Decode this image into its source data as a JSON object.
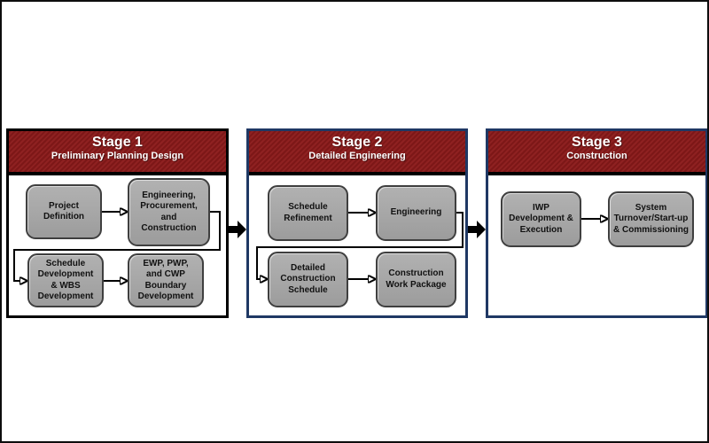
{
  "diagram": {
    "type": "process-flow",
    "colors": {
      "header_red": "#8B1A1A",
      "stage1_border": "#000000",
      "stage23_border": "#1F3864",
      "box_fill": "#A6A6A6",
      "box_border": "#3F3F3F",
      "arrow_black": "#000000",
      "header_text": "#FFFFFF"
    }
  },
  "stages": [
    {
      "title": "Stage 1",
      "subtitle": "Preliminary Planning Design",
      "boxes": [
        "Project\nDefinition",
        "Engineering,\nProcurement,\nand\nConstruction",
        "Schedule\nDevelopment\n& WBS\nDevelopment",
        "EWP, PWP,\nand CWP\nBoundary\nDevelopment"
      ]
    },
    {
      "title": "Stage 2",
      "subtitle": "Detailed Engineering",
      "boxes": [
        "Schedule\nRefinement",
        "Engineering",
        "Detailed\nConstruction\nSchedule",
        "Construction\nWork Package"
      ]
    },
    {
      "title": "Stage 3",
      "subtitle": "Construction",
      "boxes": [
        "IWP\nDevelopment &\nExecution",
        "System\nTurnover/Start-up\n& Commissioning"
      ]
    }
  ]
}
